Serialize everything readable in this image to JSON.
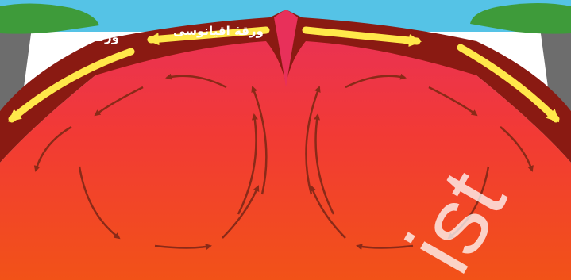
{
  "labels": {
    "continental_plate": "ورقهٔ قاره‌ای",
    "oceanic_plate": "ورقهٔ اقیانوسی"
  },
  "watermark": "ist",
  "colors": {
    "sea": "#55c3e6",
    "land": "#3e9b3a",
    "rock": "#6a6a6a",
    "crust": "#8a1a12",
    "magma_top": "#e8305a",
    "magma_bottom": "#f05018",
    "plate_arrow": "#ffe84a",
    "convection_arrow": "#8a2a18",
    "label_text": "#ffffff"
  },
  "icons": {
    "plate_motion": "arrow-icon",
    "convection": "circular-arrow-icon"
  }
}
